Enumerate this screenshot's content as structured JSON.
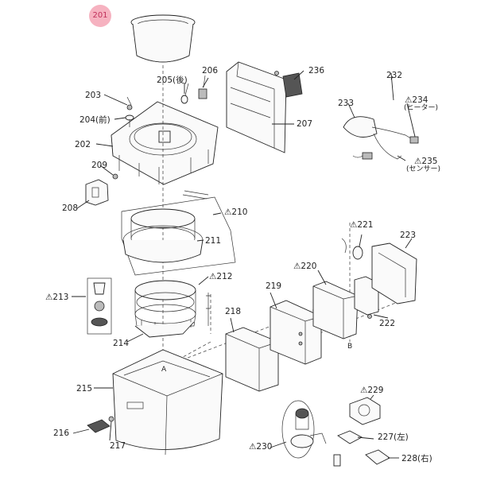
{
  "highlight_part": "201",
  "parts": {
    "p201": "201",
    "p202": "202",
    "p203": "203",
    "p204": "204(前)",
    "p205": "205(後)",
    "p206": "206",
    "p207": "207",
    "p208": "208",
    "p209": "209",
    "p210": "⚠210",
    "p211": "211",
    "p212": "⚠212",
    "p213": "⚠213",
    "p214": "214",
    "p215": "215",
    "p216": "216",
    "p217": "217",
    "p218": "218",
    "p219": "219",
    "p220": "⚠220",
    "p221": "⚠221",
    "p222": "222",
    "p223": "223",
    "p227": "227(左)",
    "p228": "228(右)",
    "p229": "⚠229",
    "p230": "⚠230",
    "p232": "232",
    "p233": "233",
    "p234": "⚠234",
    "p234_sub": "(ヒーター)",
    "p235": "⚠235",
    "p235_sub": "(センサー)",
    "p236": "236"
  },
  "markers": {
    "a": "A",
    "b": "B"
  },
  "colors": {
    "highlight_fill": "#f6b2c0",
    "highlight_text": "#c0305a",
    "line": "#222222"
  }
}
